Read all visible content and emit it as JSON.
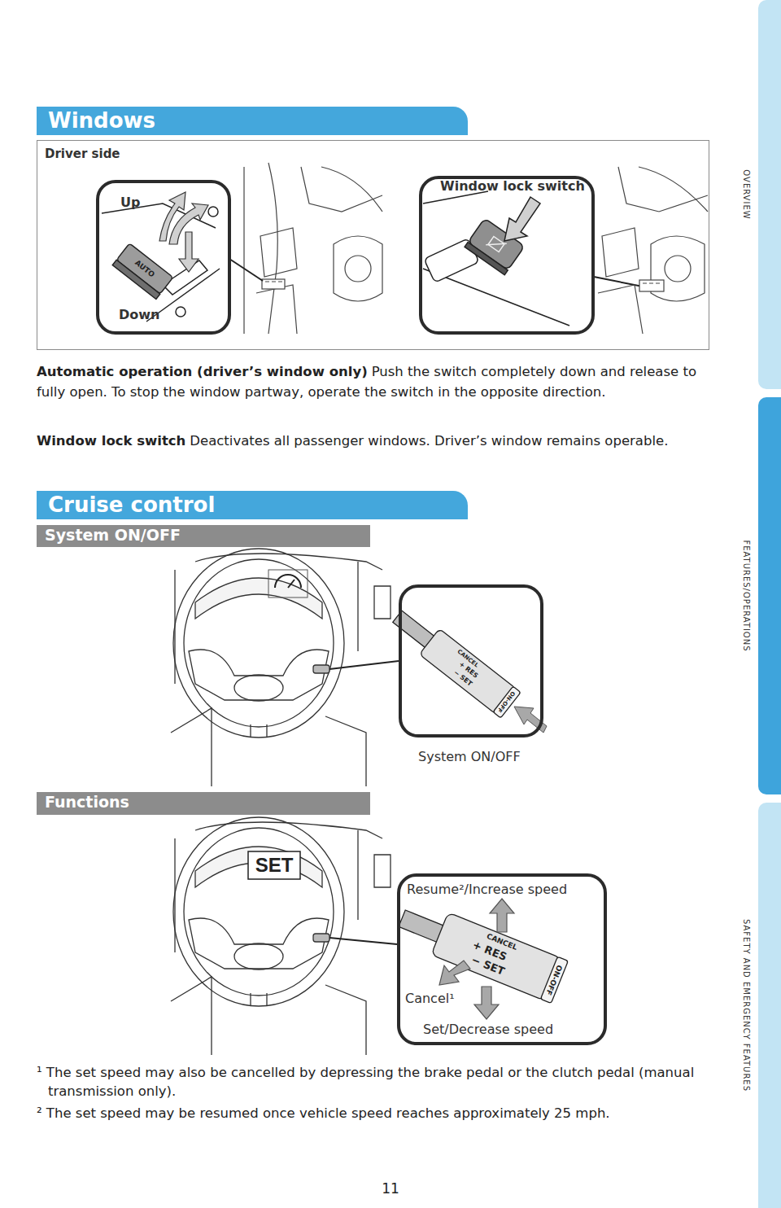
{
  "diagram": {
    "nodes": [
      {
        "text": [
          "Windows"
        ]
      },
      {
        "text": [
          "Driver side"
        ]
      },
      {
        "text": [
          "Up",
          "Down"
        ],
        "in": 1
      },
      {
        "text": [
          "Window lock switch"
        ],
        "in": 1
      },
      {
        "text": [
          "Cruise control"
        ]
      },
      {
        "text": [
          "System ON/OFF"
        ]
      },
      {
        "text": [
          "System ON/OFF"
        ]
      },
      {
        "text": [
          "Functions"
        ]
      },
      {
        "text": [
          "Resume²/Increase speed",
          "Cancel¹",
          "Set/Decrease speed"
        ]
      },
      {
        "text": [
          "OVERVIEW"
        ]
      },
      {
        "text": [
          "FEATURES/OPERATIONS"
        ]
      },
      {
        "text": [
          "SAFETY AND EMERGENCY FEATURES"
        ]
      }
    ],
    "labels": [
      "Automatic operation (driver’s window only)",
      "Push the switch completely down and release to fully open. To stop the window partway, operate the switch in the opposite direction.",
      "Window lock switch",
      "Deactivates all passenger windows. Driver’s window remains operable.",
      "¹ The set speed may also be cancelled by depressing the brake pedal or the clutch pedal (manual transmission only).",
      "² The set speed may be resumed once vehicle speed reaches approximately 25 mph.",
      "11",
      "AUTO",
      "CANCEL",
      "+ RES",
      "− SET",
      "ON-OFF",
      "SET",
      "CANCEL",
      "+ RES",
      "− SET",
      "ON-OFF"
    ]
  }
}
